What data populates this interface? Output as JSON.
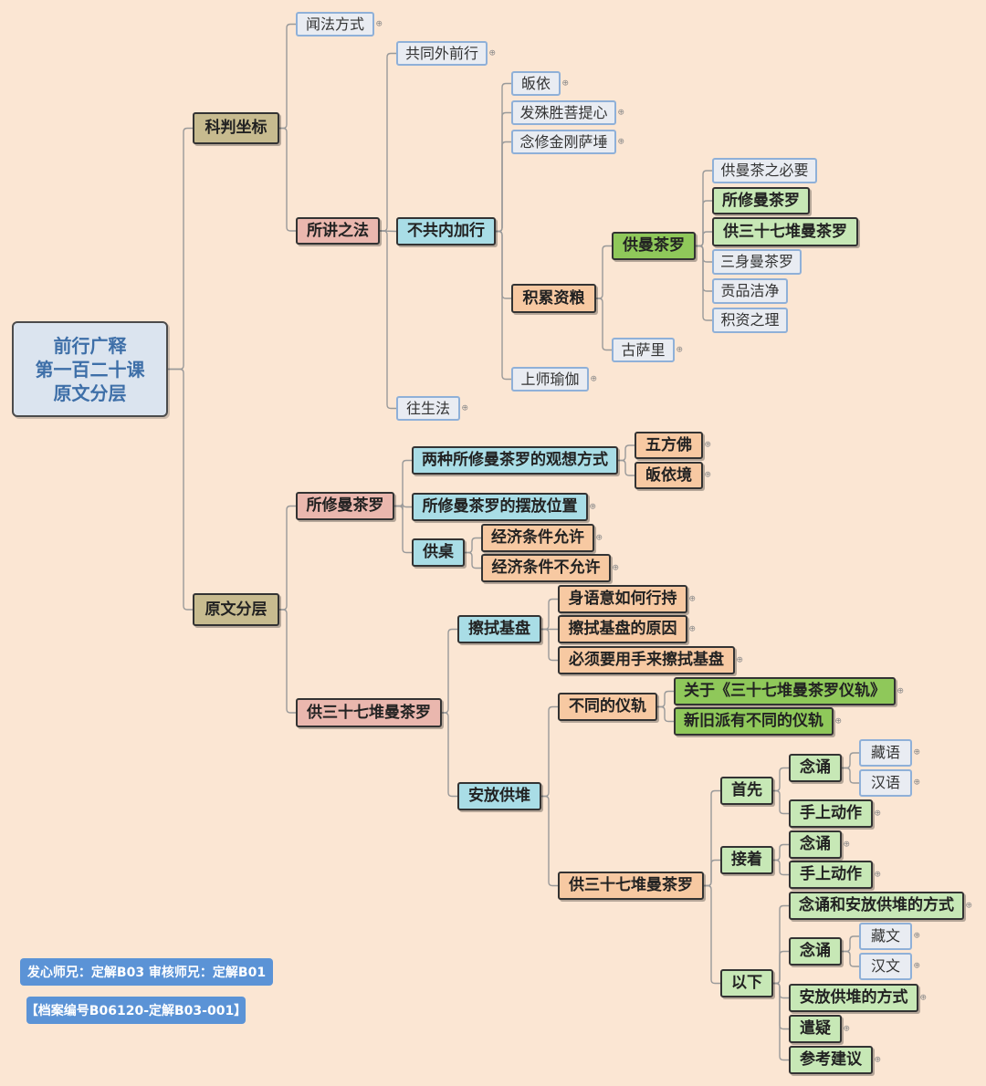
{
  "root": {
    "lines": [
      "前行广释",
      "第一百二十课",
      "原文分层"
    ]
  },
  "nodes": {
    "kepan": "科判坐标",
    "wenfa": "闻法方式",
    "suojiang": "所讲之法",
    "gongtong": "共同外前行",
    "bugong": "不共内加行",
    "guiyi": "皈依",
    "faputi": "发殊胜菩提心",
    "jingang": "念修金刚萨埵",
    "jilei": "积累资粮",
    "gong_mcl": "供曼茶罗",
    "bixu": "供曼茶之必要",
    "suoxiu_mcl": "所修曼茶罗",
    "gong37": "供三十七堆曼茶罗",
    "sanshen": "三身曼茶罗",
    "gongpin": "贡品洁净",
    "jizi": "积资之理",
    "gusali": "古萨里",
    "shangshi": "上师瑜伽",
    "wangsheng": "往生法",
    "yuanwen": "原文分层",
    "suoxiu2": "所修曼茶罗",
    "liangzhong": "两种所修曼茶罗的观想方式",
    "wufang": "五方佛",
    "guiyijing": "皈依境",
    "baifang": "所修曼茶罗的摆放位置",
    "gongzhuo": "供桌",
    "jingji_yes": "经济条件允许",
    "jingji_no": "经济条件不允许",
    "gong37b": "供三十七堆曼茶罗",
    "cashi": "擦拭基盘",
    "shenyu": "身语意如何行持",
    "yuanyin": "擦拭基盘的原因",
    "bixushou": "必须要用手来擦拭基盘",
    "anfang": "安放供堆",
    "butong": "不同的仪轨",
    "guanyu": "关于《三十七堆曼茶罗仪轨》",
    "xinjiu": "新旧派有不同的仪轨",
    "gong37c": "供三十七堆曼茶罗",
    "shouxian": "首先",
    "niansong1": "念诵",
    "zangyu": "藏语",
    "hanyu": "汉语",
    "shou1": "手上动作",
    "jiezhe": "接着",
    "niansong2": "念诵",
    "shou2": "手上动作",
    "yixia": "以下",
    "nianfang": "念诵和安放供堆的方式",
    "niansong3": "念诵",
    "zangwen": "藏文",
    "hanwen": "汉文",
    "anfangfs": "安放供堆的方式",
    "yiyi": "遣疑",
    "cankao": "参考建议"
  },
  "footer": {
    "credits": "发心师兄：定解B03   审核师兄：定解B01",
    "archive": "【档案编号B06120-定解B03-001】"
  },
  "icons": {
    "expander": "expand-plus-icon"
  },
  "colors": {
    "background": "#fbe6d3",
    "root_text": "#3e6fa8",
    "footer_badge": "#5b93d6",
    "connector": "#9a9a9a"
  }
}
